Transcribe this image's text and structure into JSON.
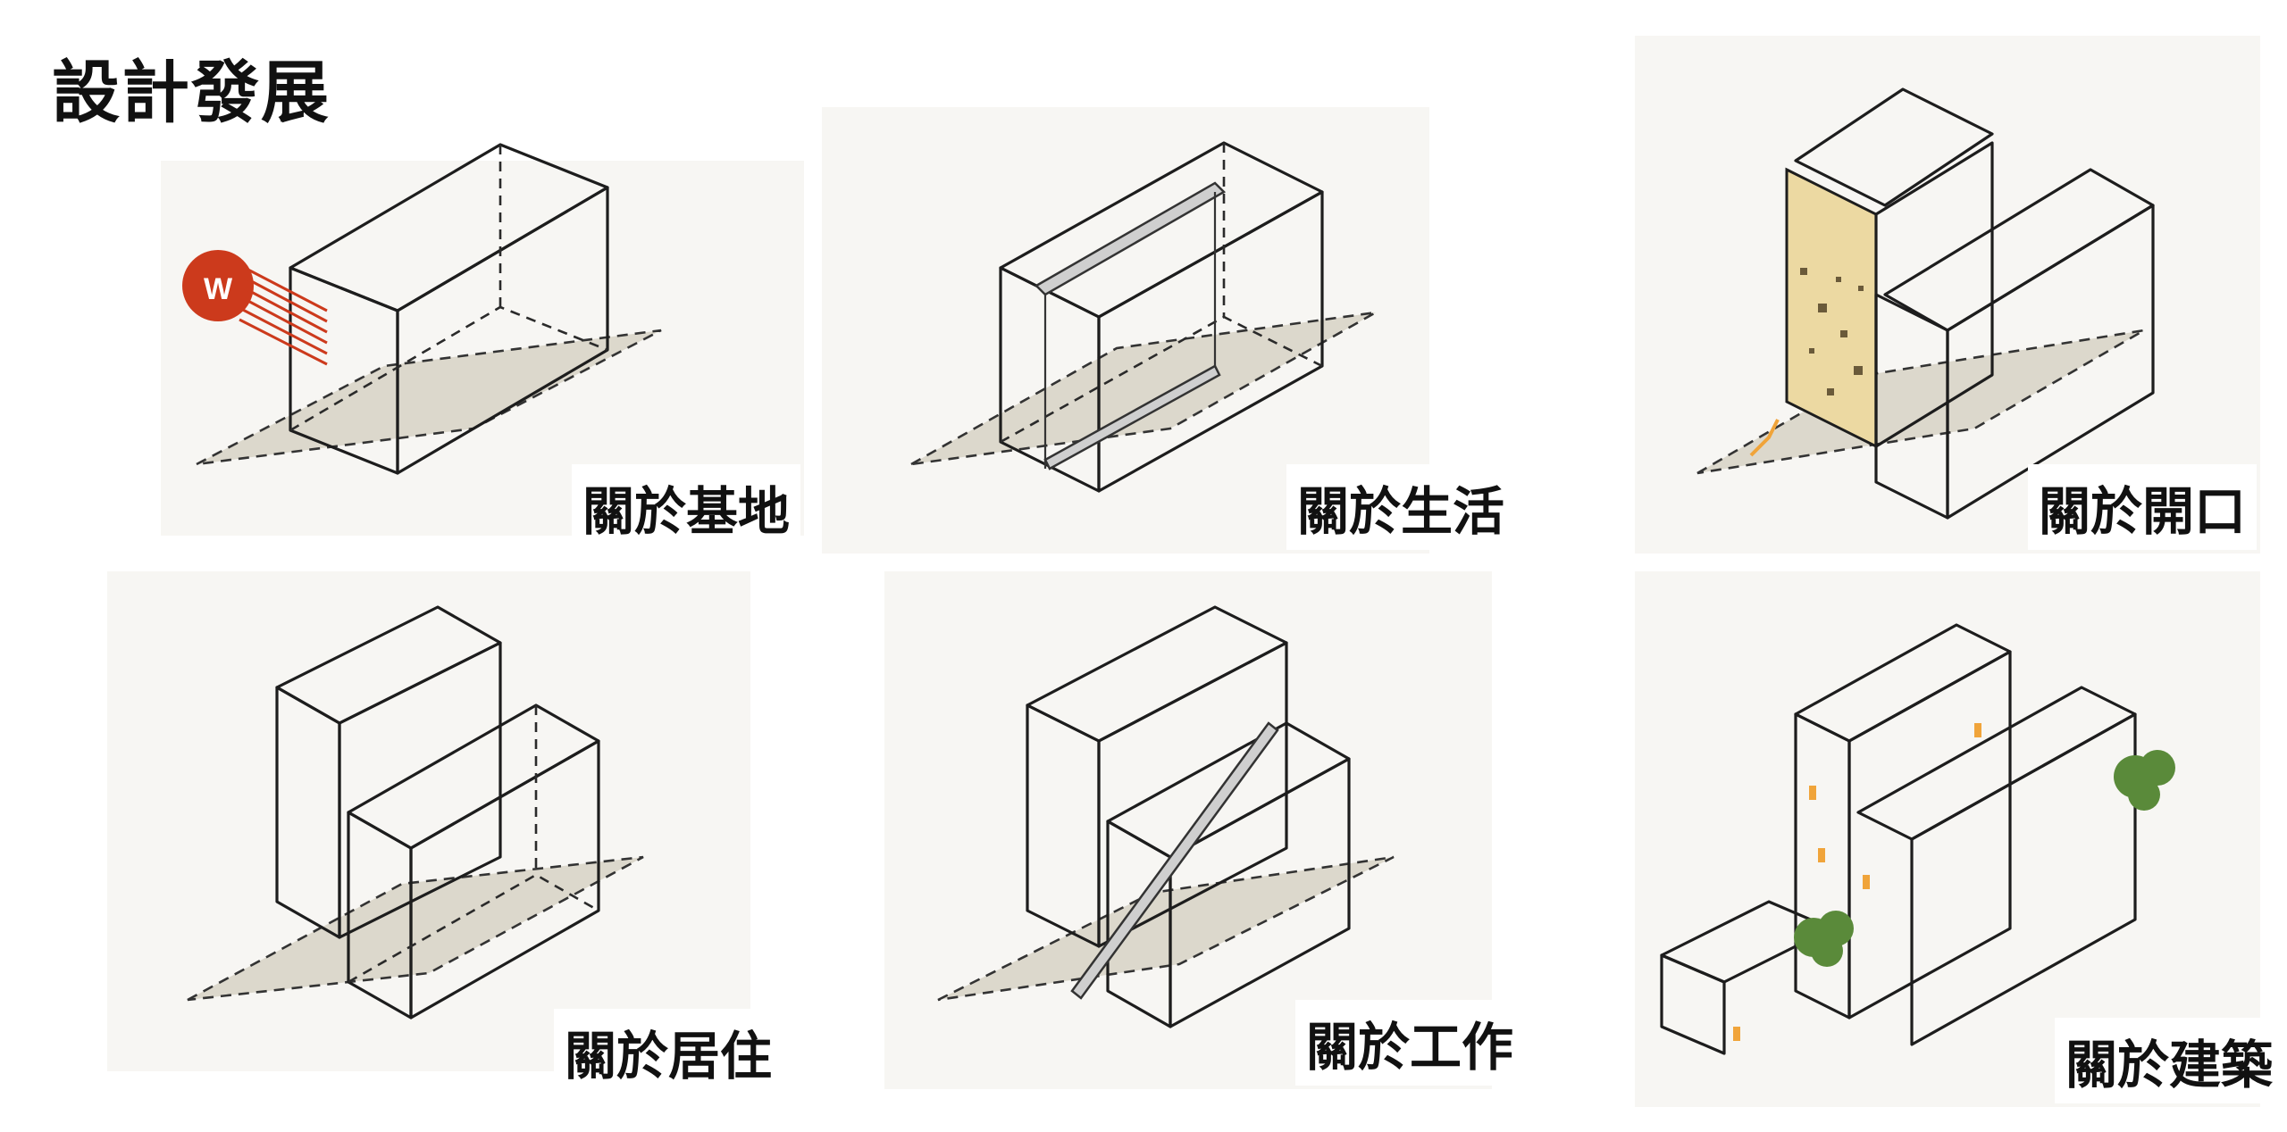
{
  "title": "設計發展",
  "panels": [
    {
      "label": "關於基地",
      "marker": "W"
    },
    {
      "label": "關於生活"
    },
    {
      "label": "關於開口"
    },
    {
      "label": "關於居住"
    },
    {
      "label": "關於工作"
    },
    {
      "label": "關於建築"
    }
  ],
  "colors": {
    "marker_red": "#cc3a1c",
    "ground_fill": "#dcd8cc",
    "opening_yellow": "#ecd9a2",
    "stair_orange": "#f0a43a",
    "tree_green": "#5a8a3a"
  }
}
